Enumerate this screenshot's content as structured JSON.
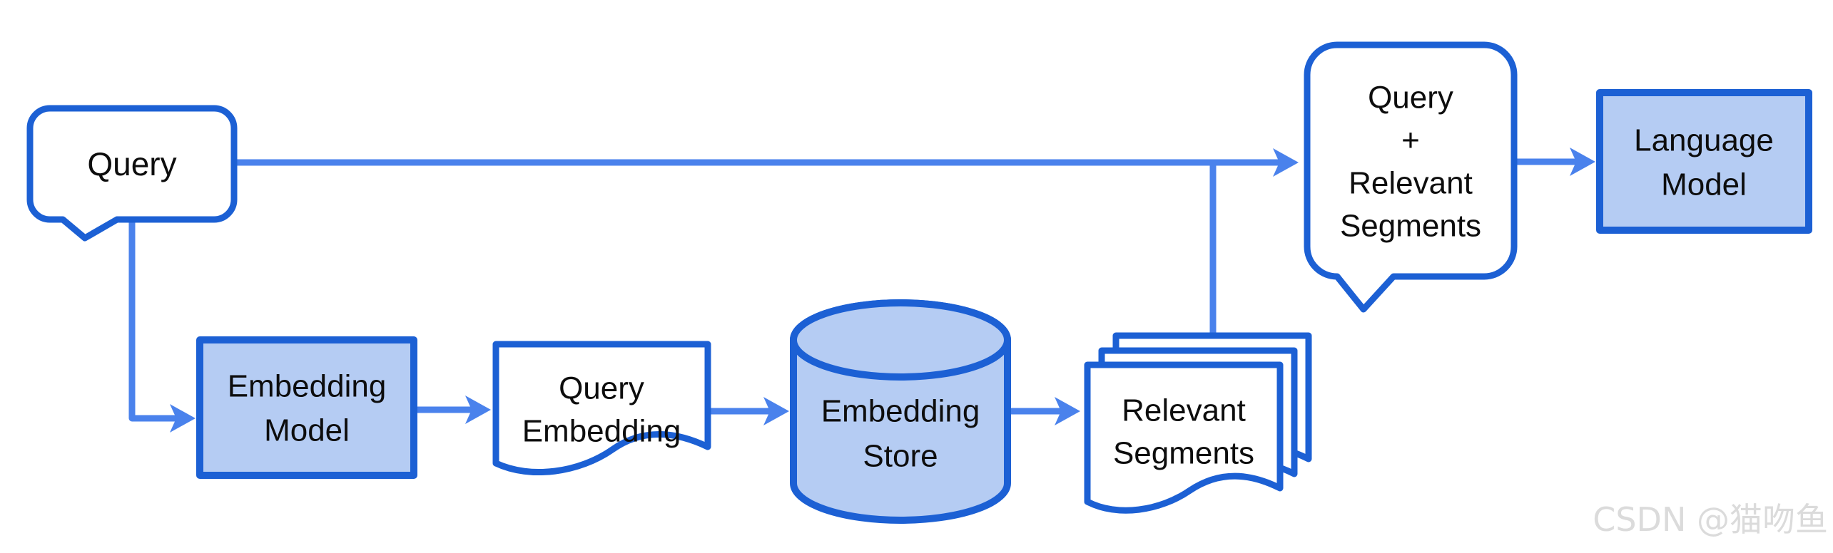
{
  "colors": {
    "background": "#FFFFFF",
    "border": "#1C60D4",
    "arrow": "#4A82EC",
    "fill": "#B5CCF3",
    "node_fill_white": "#FFFFFF",
    "text": "#0D0D0D",
    "watermark": "#DBDBDB"
  },
  "nodes": {
    "query": {
      "shape": "speech-bubble",
      "label": "Query"
    },
    "embedding_model": {
      "shape": "filled-rect",
      "lines": [
        "Embedding",
        "Model"
      ]
    },
    "query_embedding": {
      "shape": "document",
      "lines": [
        "Query",
        "Embedding"
      ]
    },
    "embedding_store": {
      "shape": "cylinder",
      "lines": [
        "Embedding",
        "Store"
      ]
    },
    "relevant_segments": {
      "shape": "document-stack",
      "lines": [
        "Relevant",
        "Segments"
      ]
    },
    "query_plus_relevant_segments": {
      "shape": "speech-bubble",
      "lines": [
        "Query",
        "+",
        "Relevant",
        "Segments"
      ]
    },
    "language_model": {
      "shape": "filled-rect",
      "lines": [
        "Language",
        "Model"
      ]
    }
  },
  "edges": [
    {
      "from": "query",
      "to": "query_plus_relevant_segments"
    },
    {
      "from": "query",
      "to": "embedding_model"
    },
    {
      "from": "embedding_model",
      "to": "query_embedding"
    },
    {
      "from": "query_embedding",
      "to": "embedding_store"
    },
    {
      "from": "embedding_store",
      "to": "relevant_segments"
    },
    {
      "from": "relevant_segments",
      "to": "query_plus_relevant_segments"
    },
    {
      "from": "query_plus_relevant_segments",
      "to": "language_model"
    }
  ],
  "watermark": {
    "text": "CSDN @猫吻鱼"
  }
}
